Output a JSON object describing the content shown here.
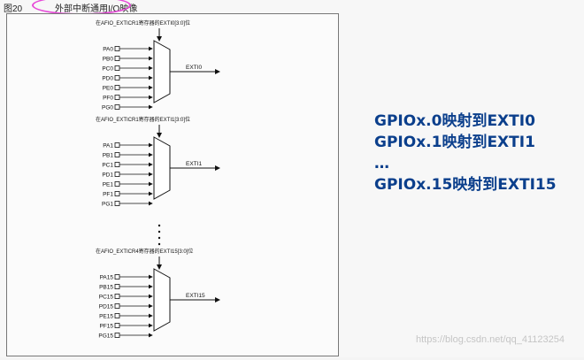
{
  "figure": {
    "label": "图20",
    "title": "外部中断通用I/O映像"
  },
  "groups": [
    {
      "register_label": "在AFIO_EXTICR1寄存器的EXTI0[3:0]位",
      "inputs": [
        "PA0",
        "PB0",
        "PC0",
        "PD0",
        "PE0",
        "PF0",
        "PG0"
      ],
      "output": "EXTI0"
    },
    {
      "register_label": "在AFIO_EXTICR1寄存器的EXTI1[3:0]位",
      "inputs": [
        "PA1",
        "PB1",
        "PC1",
        "PD1",
        "PE1",
        "PF1",
        "PG1"
      ],
      "output": "EXTI1"
    },
    {
      "register_label": "在AFIO_EXTICR4寄存器的EXTI15[3:0]位",
      "inputs": [
        "PA15",
        "PB15",
        "PC15",
        "PD15",
        "PE15",
        "PF15",
        "PG15"
      ],
      "output": "EXTI15"
    }
  ],
  "notes": [
    "GPIOx.0映射到EXTI0",
    "GPIOx.1映射到EXTI1",
    "…",
    "GPIOx.15映射到EXTI15"
  ],
  "watermark": "https://blog.csdn.net/qq_41123254",
  "colors": {
    "note_text": "#0b3f8c",
    "highlight": "#e64ad8",
    "lines": "#111111"
  }
}
